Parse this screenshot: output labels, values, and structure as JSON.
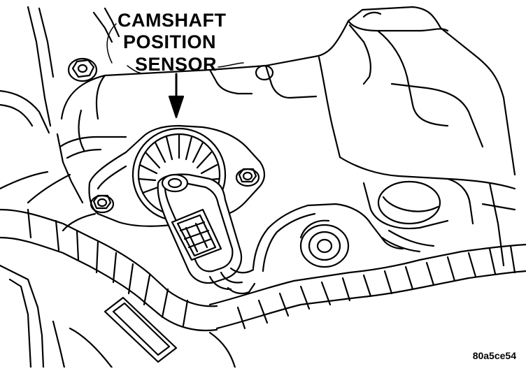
{
  "diagram": {
    "callout_lines": [
      "CAMSHAFT",
      "POSITION",
      "SENSOR"
    ],
    "figure_code": "80a5ce54",
    "colors": {
      "ink": "#000000",
      "paper": "#ffffff"
    }
  }
}
